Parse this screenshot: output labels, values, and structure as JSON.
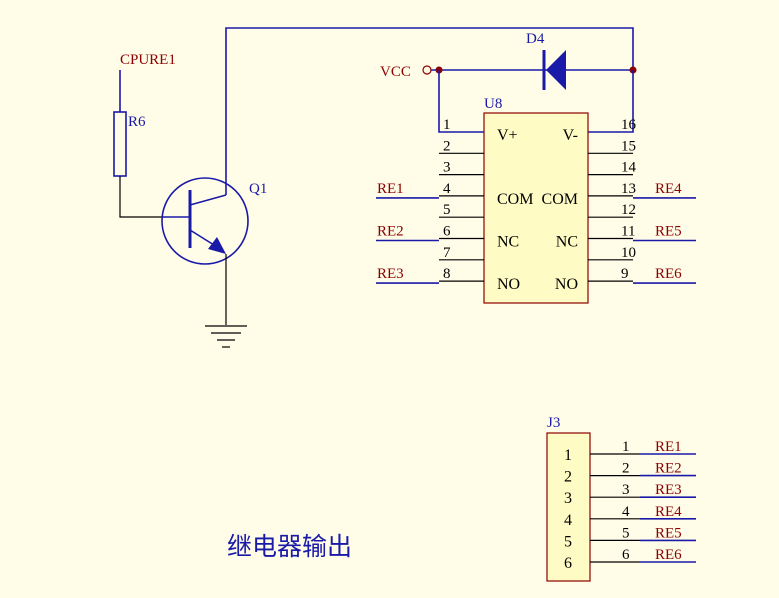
{
  "title": "继电器输出",
  "cpu_net": "CPURE1",
  "vcc_label": "VCC",
  "transistor": {
    "ref": "Q1"
  },
  "resistor": {
    "ref": "R6"
  },
  "diode": {
    "ref": "D4"
  },
  "u8": {
    "ref": "U8",
    "left_pins": [
      {
        "num": "1",
        "name": "V+",
        "net": ""
      },
      {
        "num": "2",
        "name": "",
        "net": ""
      },
      {
        "num": "3",
        "name": "",
        "net": ""
      },
      {
        "num": "4",
        "name": "COM",
        "net": "RE1"
      },
      {
        "num": "5",
        "name": "",
        "net": ""
      },
      {
        "num": "6",
        "name": "NC",
        "net": "RE2"
      },
      {
        "num": "7",
        "name": "",
        "net": ""
      },
      {
        "num": "8",
        "name": "NO",
        "net": "RE3"
      }
    ],
    "right_pins": [
      {
        "num": "16",
        "name": "V-",
        "net": ""
      },
      {
        "num": "15",
        "name": "",
        "net": ""
      },
      {
        "num": "14",
        "name": "",
        "net": ""
      },
      {
        "num": "13",
        "name": "COM",
        "net": "RE4"
      },
      {
        "num": "12",
        "name": "",
        "net": ""
      },
      {
        "num": "11",
        "name": "NC",
        "net": "RE5"
      },
      {
        "num": "10",
        "name": "",
        "net": ""
      },
      {
        "num": "9",
        "name": "NO",
        "net": "RE6"
      }
    ]
  },
  "j3": {
    "ref": "J3",
    "pins": [
      {
        "inner": "1",
        "num": "1",
        "net": "RE1"
      },
      {
        "inner": "2",
        "num": "2",
        "net": "RE2"
      },
      {
        "inner": "3",
        "num": "3",
        "net": "RE3"
      },
      {
        "inner": "4",
        "num": "4",
        "net": "RE4"
      },
      {
        "inner": "5",
        "num": "5",
        "net": "RE5"
      },
      {
        "inner": "6",
        "num": "6",
        "net": "RE6"
      }
    ]
  }
}
